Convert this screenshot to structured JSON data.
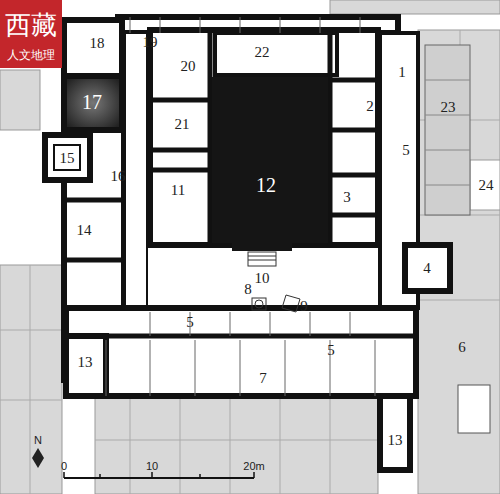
{
  "diagram": {
    "labels": [
      "西藏",
      "人文地理",
      "18",
      "19",
      "22",
      "1",
      "20",
      "2",
      "17",
      "21",
      "5",
      "23",
      "15",
      "16",
      "12",
      "24",
      "11",
      "3",
      "14",
      "4",
      "10",
      "8",
      "9",
      "5",
      "6",
      "13",
      "5",
      "7",
      "13",
      "N",
      "0",
      "10",
      "20m"
    ]
  }
}
